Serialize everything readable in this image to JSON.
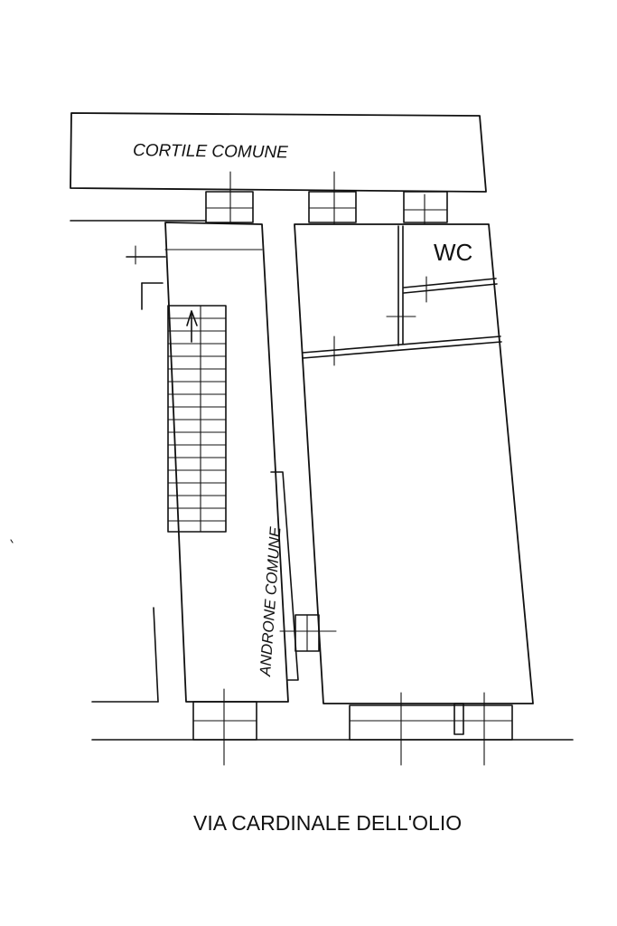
{
  "labels": {
    "cortile": "CORTILE COMUNE",
    "androne": "ANDRONE COMUNE",
    "wc": "WC",
    "street": "VIA CARDINALE DELL'OLIO"
  },
  "colors": {
    "ink": "#111111",
    "paper": "#ffffff"
  }
}
